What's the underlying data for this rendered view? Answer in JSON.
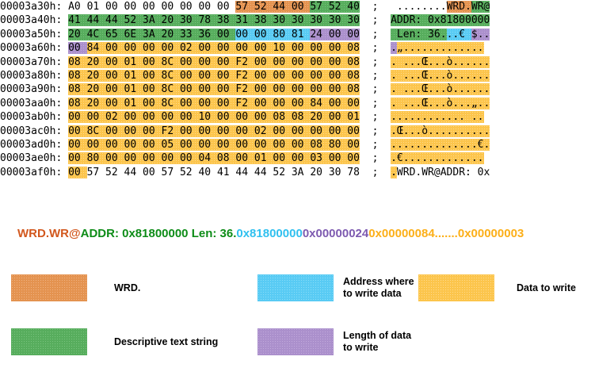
{
  "hexdump": {
    "separator": ";",
    "rows": [
      {
        "offset": "00003a30h:",
        "hex_segments": [
          {
            "text": "A0 01 00 00 00 00 00 00 00 ",
            "color": "none"
          },
          {
            "text": "57 52 44 00 ",
            "color": "orange"
          },
          {
            "text": "57 52 40",
            "color": "green"
          }
        ],
        "ascii_segments": [
          {
            "text": " ........",
            "color": "none"
          },
          {
            "text": "WRD.",
            "color": "orange"
          },
          {
            "text": "WR@",
            "color": "green"
          }
        ]
      },
      {
        "offset": "00003a40h:",
        "hex_segments": [
          {
            "text": "41 44 44 52 3A 20 30 78 38 31 38 30 30 30 30 30",
            "color": "green"
          }
        ],
        "ascii_segments": [
          {
            "text": "ADDR: 0x81800000",
            "color": "green"
          }
        ]
      },
      {
        "offset": "00003a50h:",
        "hex_segments": [
          {
            "text": "20 4C 65 6E 3A 20 33 36 00 ",
            "color": "green"
          },
          {
            "text": "00 00 80 81 ",
            "color": "blue"
          },
          {
            "text": "24 00 00",
            "color": "purple"
          }
        ],
        "ascii_segments": [
          {
            "text": " Len: 36.",
            "color": "green"
          },
          {
            "text": "..€ ",
            "color": "blue"
          },
          {
            "text": "$..",
            "color": "purple"
          }
        ]
      },
      {
        "offset": "00003a60h:",
        "hex_segments": [
          {
            "text": "00 ",
            "color": "purple"
          },
          {
            "text": "84 00 00 00 00 02 00 00 00 00 10 00 00 00 08",
            "color": "yellow"
          }
        ],
        "ascii_segments": [
          {
            "text": ".",
            "color": "purple"
          },
          {
            "text": "„.............",
            "color": "yellow"
          }
        ]
      },
      {
        "offset": "00003a70h:",
        "hex_segments": [
          {
            "text": "08 20 00 01 00 8C 00 00 00 F2 00 00 00 00 00 08",
            "color": "yellow"
          }
        ],
        "ascii_segments": [
          {
            "text": ". ...Œ...ò......",
            "color": "yellow"
          }
        ]
      },
      {
        "offset": "00003a80h:",
        "hex_segments": [
          {
            "text": "08 20 00 01 00 8C 00 00 00 F2 00 00 00 00 00 08",
            "color": "yellow"
          }
        ],
        "ascii_segments": [
          {
            "text": ". ...Œ...ò......",
            "color": "yellow"
          }
        ]
      },
      {
        "offset": "00003a90h:",
        "hex_segments": [
          {
            "text": "08 20 00 01 00 8C 00 00 00 F2 00 00 00 00 00 08",
            "color": "yellow"
          }
        ],
        "ascii_segments": [
          {
            "text": ". ...Œ...ò......",
            "color": "yellow"
          }
        ]
      },
      {
        "offset": "00003aa0h:",
        "hex_segments": [
          {
            "text": "08 20 00 01 00 8C 00 00 00 F2 00 00 00 84 00 00",
            "color": "yellow"
          }
        ],
        "ascii_segments": [
          {
            "text": ". ...Œ...ò...„..",
            "color": "yellow"
          }
        ]
      },
      {
        "offset": "00003ab0h:",
        "hex_segments": [
          {
            "text": "00 00 02 00 00 00 00 10 00 00 00 08 08 20 00 01",
            "color": "yellow"
          }
        ],
        "ascii_segments": [
          {
            "text": "............ ..",
            "color": "yellow"
          }
        ]
      },
      {
        "offset": "00003ac0h:",
        "hex_segments": [
          {
            "text": "00 8C 00 00 00 F2 00 00 00 00 02 00 00 00 00 00",
            "color": "yellow"
          }
        ],
        "ascii_segments": [
          {
            "text": ".Œ...ò..........",
            "color": "yellow"
          }
        ]
      },
      {
        "offset": "00003ad0h:",
        "hex_segments": [
          {
            "text": "00 00 00 00 00 05 00 00 00 00 00 00 00 08 80 00",
            "color": "yellow"
          }
        ],
        "ascii_segments": [
          {
            "text": "..............€.",
            "color": "yellow"
          }
        ]
      },
      {
        "offset": "00003ae0h:",
        "hex_segments": [
          {
            "text": "00 80 00 00 00 00 00 04 08 00 01 00 00 03 00 00",
            "color": "yellow"
          }
        ],
        "ascii_segments": [
          {
            "text": ".€.............",
            "color": "yellow"
          }
        ]
      },
      {
        "offset": "00003af0h:",
        "hex_segments": [
          {
            "text": "00 ",
            "color": "yellow"
          },
          {
            "text": "57 52 44 00 57 52 40 41 44 44 52 3A 20 30 78",
            "color": "none"
          }
        ],
        "ascii_segments": [
          {
            "text": ".",
            "color": "yellow"
          },
          {
            "text": "WRD.WR@ADDR: 0x",
            "color": "none"
          }
        ]
      }
    ]
  },
  "annotation": {
    "segments": [
      {
        "text": "WRD.WR@",
        "color": "#d2581e"
      },
      {
        "text": "ADDR: 0x81800000 Len: 36.",
        "color": "#0d8c17"
      },
      {
        "text": "0x81800000",
        "color": "#30c0ef"
      },
      {
        "text": "0x00000024",
        "color": "#7d5ab0"
      },
      {
        "text": "0x00000084.......0x00000003",
        "color": "#fcaf18"
      }
    ]
  },
  "legend": {
    "items": [
      {
        "swatch_color": "orange",
        "label": "WRD."
      },
      {
        "swatch_color": "blue",
        "label": "Address where\nto write data"
      },
      {
        "swatch_color": "yellow",
        "label": "Data to write"
      },
      {
        "swatch_color": "green",
        "label": "Descriptive text string"
      },
      {
        "swatch_color": "purple",
        "label": "Length of data\nto write"
      }
    ]
  }
}
